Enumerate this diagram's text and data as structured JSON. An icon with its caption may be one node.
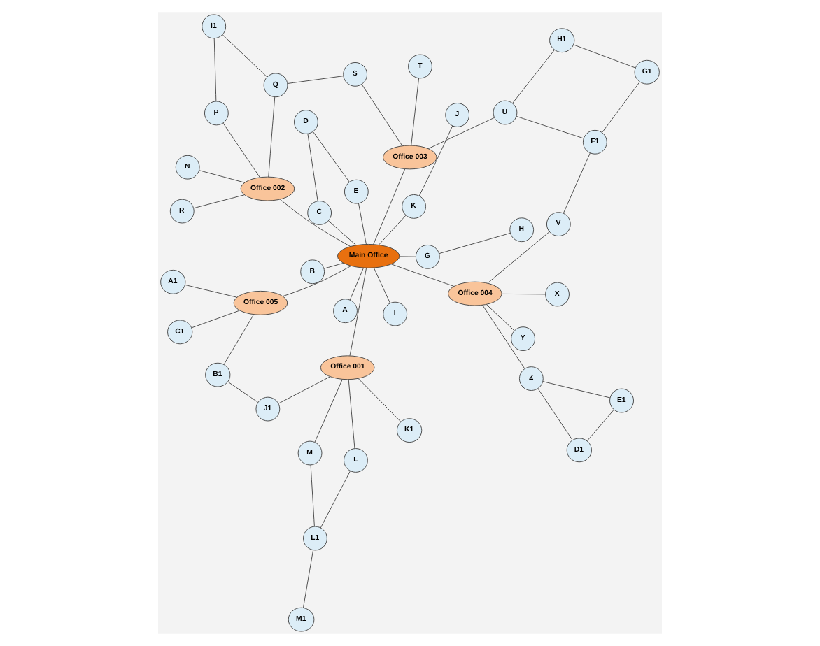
{
  "diagram": {
    "nodes": [
      {
        "text": [
          "Main Office"
        ]
      },
      {
        "text": [
          "M1"
        ]
      },
      {
        "text": [
          "L1"
        ]
      },
      {
        "text": [
          "M"
        ]
      },
      {
        "text": [
          "H"
        ]
      },
      {
        "text": [
          "I"
        ]
      },
      {
        "text": [
          "J"
        ]
      },
      {
        "text": [
          "N"
        ]
      },
      {
        "text": [
          "P"
        ]
      },
      {
        "text": [
          "I1"
        ]
      },
      {
        "text": [
          "L"
        ]
      },
      {
        "text": [
          "Office 001"
        ]
      },
      {
        "text": [
          "G"
        ]
      },
      {
        "text": [
          "K"
        ]
      },
      {
        "text": [
          "Office 002"
        ]
      },
      {
        "text": [
          "Q"
        ]
      },
      {
        "text": [
          "K1"
        ]
      },
      {
        "text": [
          "R"
        ]
      },
      {
        "text": [
          "J1"
        ]
      },
      {
        "text": [
          "S"
        ]
      },
      {
        "text": [
          "A"
        ]
      },
      {
        "text": [
          "Office 003"
        ]
      },
      {
        "text": [
          "E"
        ]
      },
      {
        "text": [
          "B"
        ]
      },
      {
        "text": [
          "Office 005"
        ]
      },
      {
        "text": [
          "C"
        ]
      },
      {
        "text": [
          "T"
        ]
      },
      {
        "text": [
          "B1"
        ]
      },
      {
        "text": [
          "D"
        ]
      },
      {
        "text": [
          "U"
        ]
      },
      {
        "text": [
          "H1"
        ]
      },
      {
        "text": [
          "F1"
        ]
      },
      {
        "text": [
          "V"
        ]
      },
      {
        "text": [
          "A1"
        ]
      },
      {
        "text": [
          "C1"
        ]
      },
      {
        "text": [
          "Office 004"
        ]
      },
      {
        "text": [
          "G1"
        ]
      },
      {
        "text": [
          "Z"
        ]
      },
      {
        "text": [
          "X"
        ]
      },
      {
        "text": [
          "D1"
        ]
      },
      {
        "text": [
          "Y"
        ]
      },
      {
        "text": [
          "E1"
        ]
      }
    ],
    "edges": [
      {
        "from": 0,
        "to": 11,
        "arrow": "none"
      },
      {
        "from": 0,
        "to": 12,
        "arrow": "none"
      },
      {
        "from": 0,
        "to": 5,
        "arrow": "none"
      },
      {
        "from": 0,
        "to": 13,
        "arrow": "none"
      },
      {
        "from": 0,
        "to": 14,
        "arrow": "none"
      },
      {
        "from": 0,
        "to": 21,
        "arrow": "none"
      },
      {
        "from": 0,
        "to": 22,
        "arrow": "none"
      },
      {
        "from": 0,
        "to": 25,
        "arrow": "none"
      },
      {
        "from": 0,
        "to": 35,
        "arrow": "none"
      },
      {
        "from": 0,
        "to": 23,
        "arrow": "none"
      },
      {
        "from": 0,
        "to": 24,
        "arrow": "none"
      },
      {
        "from": 0,
        "to": 20,
        "arrow": "none"
      },
      {
        "from": 12,
        "to": 4,
        "arrow": "none"
      },
      {
        "from": 13,
        "to": 6,
        "arrow": "none"
      },
      {
        "from": 22,
        "to": 28,
        "arrow": "none"
      },
      {
        "from": 25,
        "to": 28,
        "arrow": "none"
      },
      {
        "from": 11,
        "to": 3,
        "arrow": "none"
      },
      {
        "from": 3,
        "to": 2,
        "arrow": "none"
      },
      {
        "from": 2,
        "to": 1,
        "arrow": "none"
      },
      {
        "from": 2,
        "to": 10,
        "arrow": "none"
      },
      {
        "from": 10,
        "to": 11,
        "arrow": "none"
      },
      {
        "from": 11,
        "to": 16,
        "arrow": "none"
      },
      {
        "from": 11,
        "to": 18,
        "arrow": "none"
      },
      {
        "from": 18,
        "to": 27,
        "arrow": "none"
      },
      {
        "from": 27,
        "to": 24,
        "arrow": "none"
      },
      {
        "from": 24,
        "to": 34,
        "arrow": "none"
      },
      {
        "from": 24,
        "to": 33,
        "arrow": "none"
      },
      {
        "from": 14,
        "to": 7,
        "arrow": "none"
      },
      {
        "from": 14,
        "to": 8,
        "arrow": "none"
      },
      {
        "from": 8,
        "to": 9,
        "arrow": "none"
      },
      {
        "from": 9,
        "to": 15,
        "arrow": "none"
      },
      {
        "from": 14,
        "to": 15,
        "arrow": "none"
      },
      {
        "from": 14,
        "to": 17,
        "arrow": "none"
      },
      {
        "from": 15,
        "to": 19,
        "arrow": "none"
      },
      {
        "from": 19,
        "to": 21,
        "arrow": "none"
      },
      {
        "from": 21,
        "to": 26,
        "arrow": "none"
      },
      {
        "from": 21,
        "to": 29,
        "arrow": "none"
      },
      {
        "from": 29,
        "to": 31,
        "arrow": "none"
      },
      {
        "from": 29,
        "to": 30,
        "arrow": "none"
      },
      {
        "from": 30,
        "to": 36,
        "arrow": "none"
      },
      {
        "from": 31,
        "to": 36,
        "arrow": "none"
      },
      {
        "from": 31,
        "to": 32,
        "arrow": "none"
      },
      {
        "from": 32,
        "to": 35,
        "arrow": "none"
      },
      {
        "from": 35,
        "to": 38,
        "arrow": "none"
      },
      {
        "from": 35,
        "to": 40,
        "arrow": "none"
      },
      {
        "from": 35,
        "to": 37,
        "arrow": "none"
      },
      {
        "from": 37,
        "to": 39,
        "arrow": "none"
      },
      {
        "from": 37,
        "to": 41,
        "arrow": "none"
      },
      {
        "from": 39,
        "to": 41,
        "arrow": "none"
      }
    ]
  }
}
